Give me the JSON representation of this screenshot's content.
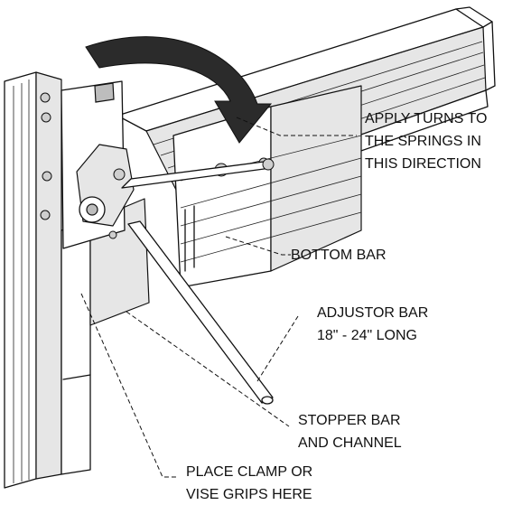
{
  "labels": {
    "apply_turns": [
      "APPLY TURNS TO",
      "THE SPRINGS IN",
      "THIS DIRECTION"
    ],
    "bottom_bar": [
      "BOTTOM BAR"
    ],
    "adjustor_bar": [
      "ADJUSTOR BAR",
      "18\" - 24\" LONG"
    ],
    "stopper_bar": [
      "STOPPER BAR",
      "AND CHANNEL"
    ],
    "clamp": [
      "PLACE CLAMP OR",
      "VISE GRIPS HERE"
    ]
  },
  "colors": {
    "line": "#111111",
    "shade": "#e6e6e6",
    "arrow": "#2b2b2b",
    "background": "#ffffff"
  }
}
